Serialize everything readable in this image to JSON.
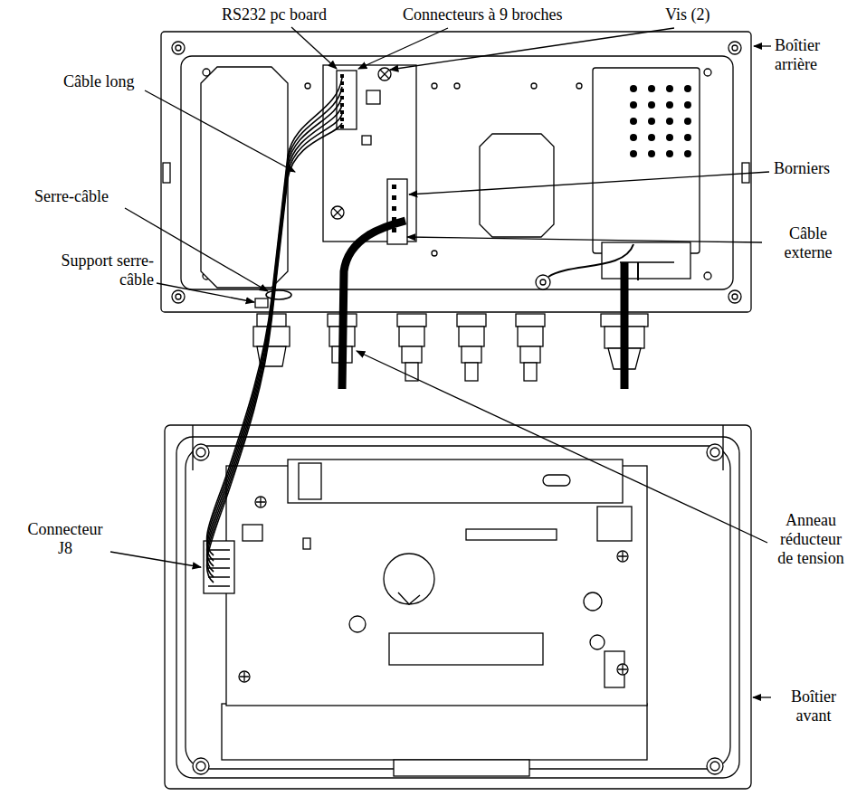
{
  "diagram": {
    "labels": [
      "RS232 pc board",
      "Connecteurs à 9 broches",
      "Vis (2)",
      "Boîtier arrière",
      "Câble long",
      "Borniers",
      "Serre-câble",
      "Câble externe",
      "Support serre-câble",
      "Anneau réducteur de tension",
      "Connecteur J8",
      "Boîtier avant"
    ]
  }
}
